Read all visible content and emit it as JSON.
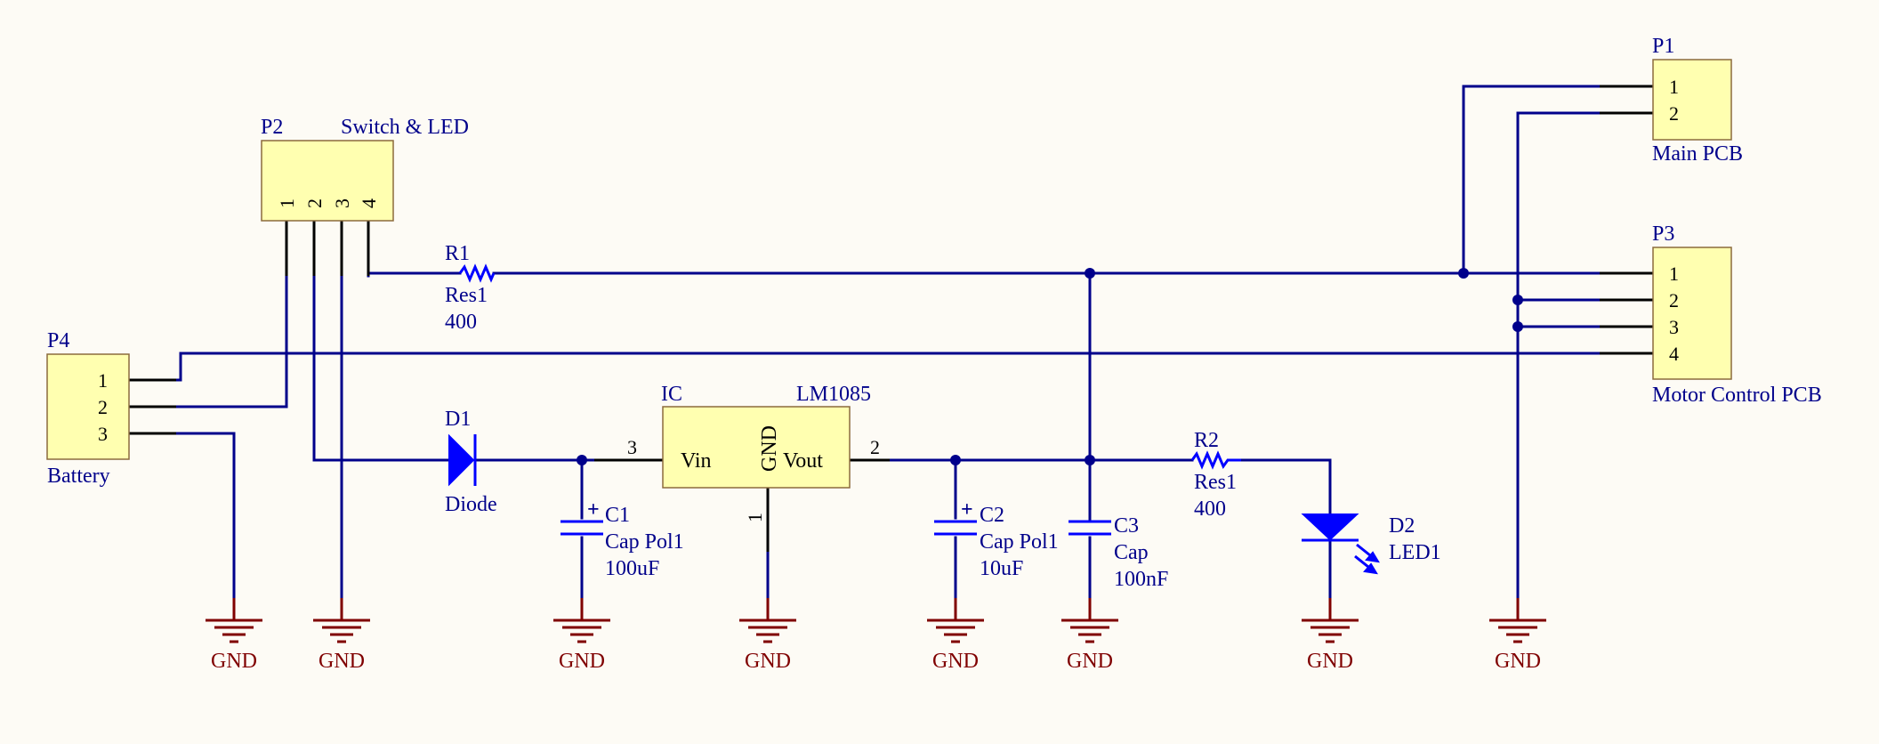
{
  "connectors": {
    "p1": {
      "ref": "P1",
      "name": "Main PCB",
      "pins": [
        "1",
        "2"
      ]
    },
    "p2": {
      "ref": "P2",
      "name": "Switch & LED",
      "pins": [
        "1",
        "2",
        "3",
        "4"
      ]
    },
    "p3": {
      "ref": "P3",
      "name": "Motor Control PCB",
      "pins": [
        "1",
        "2",
        "3",
        "4"
      ]
    },
    "p4": {
      "ref": "P4",
      "name": "Battery",
      "pins": [
        "1",
        "2",
        "3"
      ]
    }
  },
  "components": {
    "r1": {
      "ref": "R1",
      "type": "Res1",
      "value": "400"
    },
    "r2": {
      "ref": "R2",
      "type": "Res1",
      "value": "400"
    },
    "d1": {
      "ref": "D1",
      "type": "Diode"
    },
    "d2": {
      "ref": "D2",
      "type": "LED1"
    },
    "c1": {
      "ref": "C1",
      "type": "Cap Pol1",
      "value": "100uF"
    },
    "c2": {
      "ref": "C2",
      "type": "Cap Pol1",
      "value": "10uF"
    },
    "c3": {
      "ref": "C3",
      "type": "Cap",
      "value": "100nF"
    },
    "ic": {
      "ref": "IC",
      "part": "LM1085",
      "vin": "Vin",
      "gnd": "GND",
      "vout": "Vout",
      "pin_in": "3",
      "pin_out": "2",
      "pin_gnd": "1"
    }
  },
  "ground_label": "GND",
  "polarity_mark": "+",
  "colors": {
    "wire": "#00008b",
    "ground": "#800000",
    "component": "#0000ff",
    "body": "#ffffb0"
  }
}
